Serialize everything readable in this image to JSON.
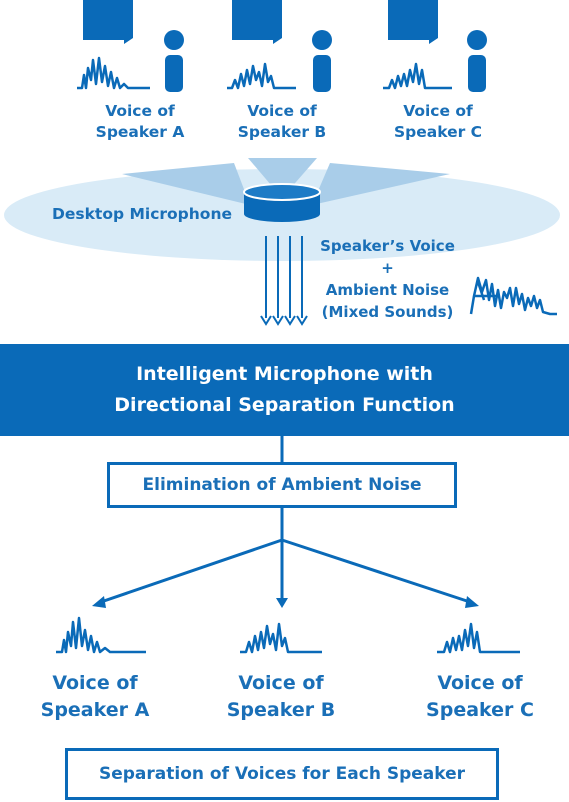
{
  "speakers_top": [
    {
      "line1": "Voice of",
      "line2": "Speaker A"
    },
    {
      "line1": "Voice of",
      "line2": "Speaker B"
    },
    {
      "line1": "Voice of",
      "line2": "Speaker C"
    }
  ],
  "microphone": {
    "label": "Desktop Microphone"
  },
  "mixed": {
    "line1": "Speaker’s Voice",
    "line2": "+",
    "line3": "Ambient Noise",
    "line4": "(Mixed Sounds)"
  },
  "main_box": {
    "line1": "Intelligent Microphone with",
    "line2": "Directional Separation Function"
  },
  "elimination": {
    "label": "Elimination of Ambient Noise"
  },
  "speakers_bottom": [
    {
      "line1": "Voice of",
      "line2": "Speaker A"
    },
    {
      "line1": "Voice of",
      "line2": "Speaker B"
    },
    {
      "line1": "Voice of",
      "line2": "Speaker C"
    }
  ],
  "separation": {
    "label": "Separation of Voices for Each Speaker"
  },
  "colors": {
    "primary": "#0a6ab8",
    "ellipse": "#d9ebf7",
    "beam": "#a9cde9"
  }
}
